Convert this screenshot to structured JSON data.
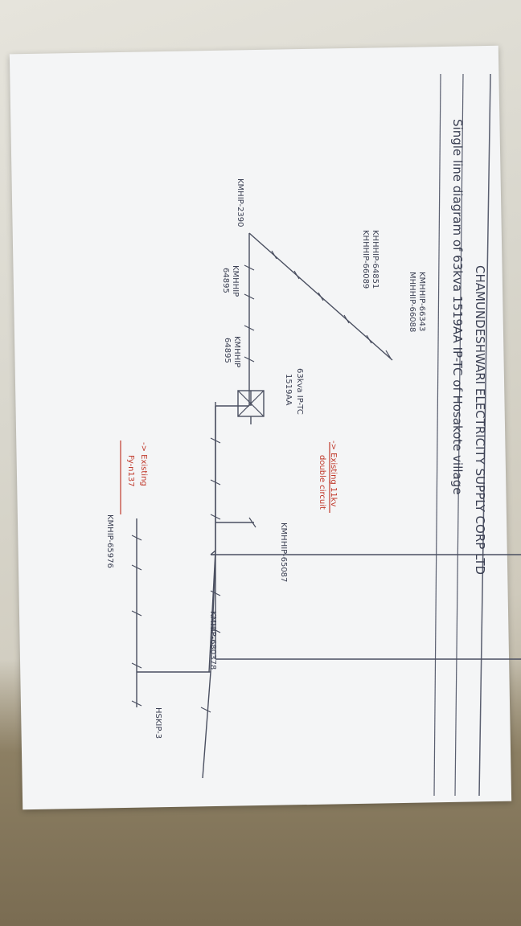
{
  "header": {
    "company": "CHAMUNDESHWARI   ELECTRICITY  SUPPLY  CORP  LTD",
    "subtitle": "Single line diagram of  63kva  1519AA  IP-TC  of  Hosakote  village"
  },
  "labels": {
    "kmhip_66343": "KMHHIP-66343",
    "kmhip_66088": "MHHHIP-66088",
    "kmhip_64851": "KHHHIP-64851",
    "kmhip_66089": "KHHHIP-66089",
    "kmhip_2390": "KMHIP-2390",
    "kmhip_64895_a": "KMHHIP",
    "kmhip_64895_a2": "64895",
    "kmhip_64895_b": "KMHHIP",
    "kmhip_64895_b2": "64895",
    "tc_label": "63kva IP-TC",
    "tc_label2": "1519AA",
    "existing_11kv": "-> Existing 11kv",
    "existing_11kv2": "double circuit",
    "existing_fy": "-> Existing",
    "existing_fy2": "Fy-n137",
    "kmhip_65087": "KMHHIP-65087",
    "kmhip_65976": "KMHIP-65976",
    "kmhip_6803": "KMHIP-680378",
    "hskip_3": "HSKIP-3"
  },
  "colors": {
    "ink": "#3a3f52",
    "red_ink": "#c0392b"
  }
}
